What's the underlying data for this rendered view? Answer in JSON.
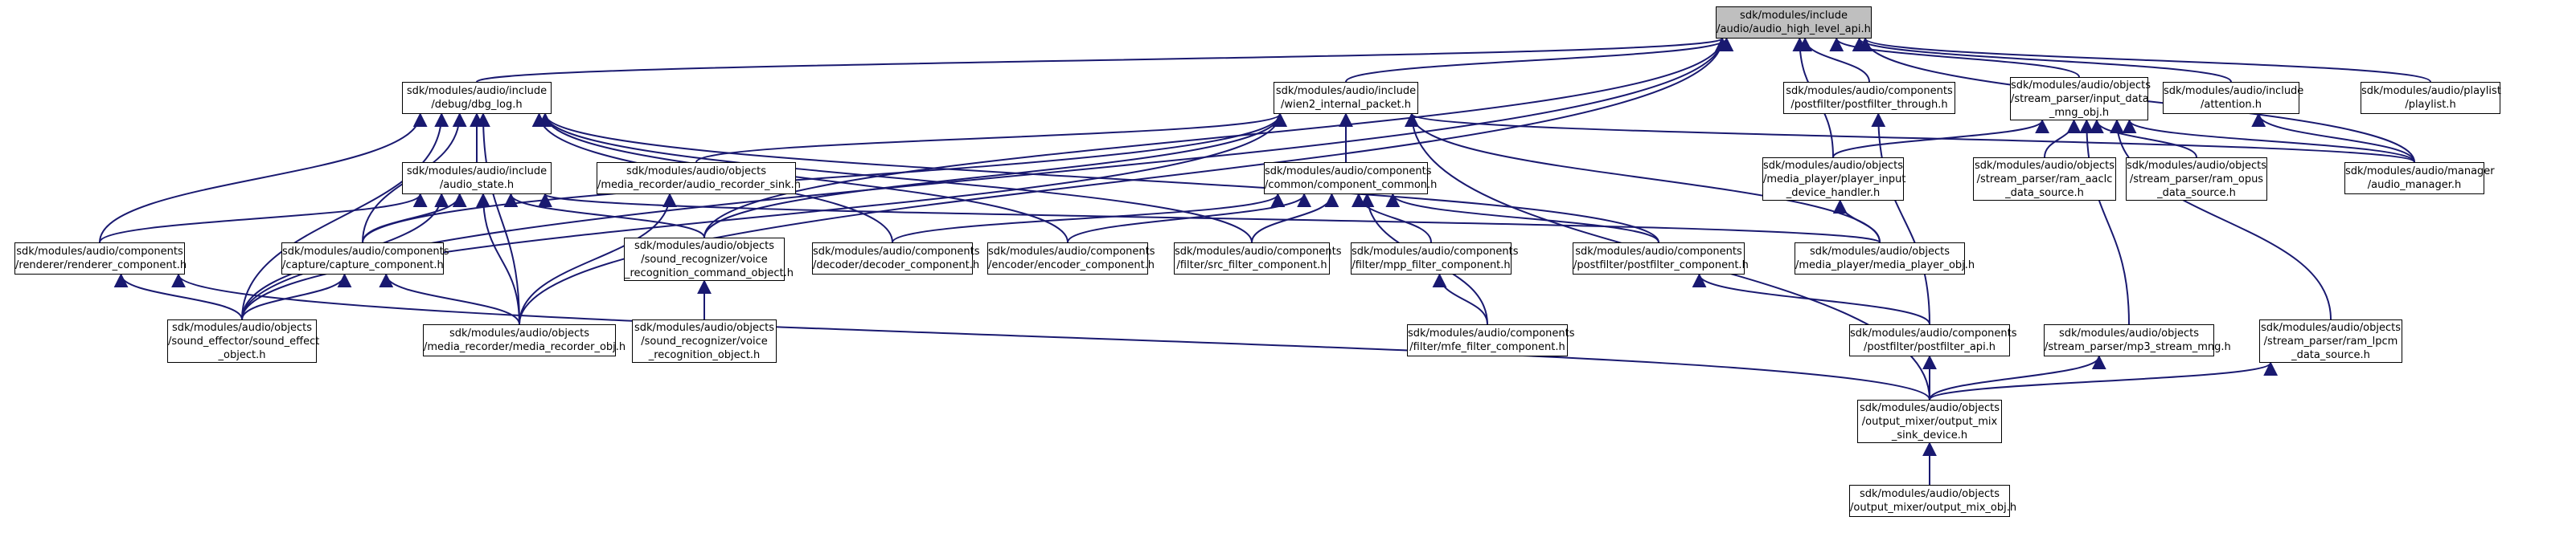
{
  "nodes": [
    {
      "id": "audio_high_level_api",
      "lines": [
        "sdk/modules/include",
        "/audio/audio_high_level_api.h"
      ],
      "root": true
    },
    {
      "id": "dbg_log",
      "lines": [
        "sdk/modules/audio/include",
        "/debug/dbg_log.h"
      ]
    },
    {
      "id": "wien2_internal_packet",
      "lines": [
        "sdk/modules/audio/include",
        "/wien2_internal_packet.h"
      ]
    },
    {
      "id": "postfilter_through",
      "lines": [
        "sdk/modules/audio/components",
        "/postfilter/postfilter_through.h"
      ]
    },
    {
      "id": "input_data_mng_obj",
      "lines": [
        "sdk/modules/audio/objects",
        "/stream_parser/input_data",
        "_mng_obj.h"
      ]
    },
    {
      "id": "attention",
      "lines": [
        "sdk/modules/audio/include",
        "/attention.h"
      ]
    },
    {
      "id": "playlist",
      "lines": [
        "sdk/modules/audio/playlist",
        "/playlist.h"
      ]
    },
    {
      "id": "audio_state",
      "lines": [
        "sdk/modules/audio/include",
        "/audio_state.h"
      ]
    },
    {
      "id": "audio_recorder_sink",
      "lines": [
        "sdk/modules/audio/objects",
        "/media_recorder/audio_recorder_sink.h"
      ]
    },
    {
      "id": "component_common",
      "lines": [
        "sdk/modules/audio/components",
        "/common/component_common.h"
      ]
    },
    {
      "id": "player_input_device_handler",
      "lines": [
        "sdk/modules/audio/objects",
        "/media_player/player_input",
        "_device_handler.h"
      ]
    },
    {
      "id": "ram_aacls_data_source",
      "lines": [
        "sdk/modules/audio/objects",
        "/stream_parser/ram_aaclc",
        "_data_source.h"
      ]
    },
    {
      "id": "ram_opus_data_source",
      "lines": [
        "sdk/modules/audio/objects",
        "/stream_parser/ram_opus",
        "_data_source.h"
      ]
    },
    {
      "id": "audio_manager",
      "lines": [
        "sdk/modules/audio/manager",
        "/audio_manager.h"
      ]
    },
    {
      "id": "renderer_component",
      "lines": [
        "sdk/modules/audio/components",
        "/renderer/renderer_component.h"
      ]
    },
    {
      "id": "capture_component",
      "lines": [
        "sdk/modules/audio/components",
        "/capture/capture_component.h"
      ]
    },
    {
      "id": "voice_recognition_command_object",
      "lines": [
        "sdk/modules/audio/objects",
        "/sound_recognizer/voice",
        "_recognition_command_object.h"
      ]
    },
    {
      "id": "decoder_component",
      "lines": [
        "sdk/modules/audio/components",
        "/decoder/decoder_component.h"
      ]
    },
    {
      "id": "encoder_component",
      "lines": [
        "sdk/modules/audio/components",
        "/encoder/encoder_component.h"
      ]
    },
    {
      "id": "src_filter_component",
      "lines": [
        "sdk/modules/audio/components",
        "/filter/src_filter_component.h"
      ]
    },
    {
      "id": "mpp_filter_component",
      "lines": [
        "sdk/modules/audio/components",
        "/filter/mpp_filter_component.h"
      ]
    },
    {
      "id": "postfilter_component",
      "lines": [
        "sdk/modules/audio/components",
        "/postfilter/postfilter_component.h"
      ]
    },
    {
      "id": "media_player_obj",
      "lines": [
        "sdk/modules/audio/objects",
        "/media_player/media_player_obj.h"
      ]
    },
    {
      "id": "sound_effect_object",
      "lines": [
        "sdk/modules/audio/objects",
        "/sound_effector/sound_effect",
        "_object.h"
      ]
    },
    {
      "id": "media_recorder_obj",
      "lines": [
        "sdk/modules/audio/objects",
        "/media_recorder/media_recorder_obj.h"
      ]
    },
    {
      "id": "voice_recognition_object",
      "lines": [
        "sdk/modules/audio/objects",
        "/sound_recognizer/voice",
        "_recognition_object.h"
      ]
    },
    {
      "id": "mfe_filter_component",
      "lines": [
        "sdk/modules/audio/components",
        "/filter/mfe_filter_component.h"
      ]
    },
    {
      "id": "postfilter_api",
      "lines": [
        "sdk/modules/audio/components",
        "/postfilter/postfilter_api.h"
      ]
    },
    {
      "id": "mp3_stream_mng",
      "lines": [
        "sdk/modules/audio/objects",
        "/stream_parser/mp3_stream_mng.h"
      ]
    },
    {
      "id": "ram_lpcm_data_source",
      "lines": [
        "sdk/modules/audio/objects",
        "/stream_parser/ram_lpcm",
        "_data_source.h"
      ]
    },
    {
      "id": "output_mix_sink_device",
      "lines": [
        "sdk/modules/audio/objects",
        "/output_mixer/output_mix",
        "_sink_device.h"
      ]
    },
    {
      "id": "output_mix_obj",
      "lines": [
        "sdk/modules/audio/objects",
        "/output_mixer/output_mix_obj.h"
      ]
    }
  ],
  "edges": [
    [
      "dbg_log",
      "audio_high_level_api"
    ],
    [
      "wien2_internal_packet",
      "audio_high_level_api"
    ],
    [
      "postfilter_through",
      "audio_high_level_api"
    ],
    [
      "input_data_mng_obj",
      "audio_high_level_api"
    ],
    [
      "attention",
      "audio_high_level_api"
    ],
    [
      "playlist",
      "audio_high_level_api"
    ],
    [
      "player_input_device_handler",
      "audio_high_level_api"
    ],
    [
      "audio_manager",
      "audio_high_level_api"
    ],
    [
      "sound_effect_object",
      "audio_high_level_api"
    ],
    [
      "media_recorder_obj",
      "audio_high_level_api"
    ],
    [
      "voice_recognition_command_object",
      "audio_high_level_api"
    ],
    [
      "audio_state",
      "dbg_log"
    ],
    [
      "renderer_component",
      "dbg_log"
    ],
    [
      "capture_component",
      "dbg_log"
    ],
    [
      "decoder_component",
      "dbg_log"
    ],
    [
      "encoder_component",
      "dbg_log"
    ],
    [
      "src_filter_component",
      "dbg_log"
    ],
    [
      "postfilter_component",
      "dbg_log"
    ],
    [
      "sound_effect_object",
      "dbg_log"
    ],
    [
      "media_recorder_obj",
      "dbg_log"
    ],
    [
      "component_common",
      "wien2_internal_packet"
    ],
    [
      "audio_recorder_sink",
      "wien2_internal_packet"
    ],
    [
      "capture_component",
      "wien2_internal_packet"
    ],
    [
      "voice_recognition_command_object",
      "wien2_internal_packet"
    ],
    [
      "media_player_obj",
      "wien2_internal_packet"
    ],
    [
      "sound_effect_object",
      "wien2_internal_packet"
    ],
    [
      "output_mix_sink_device",
      "wien2_internal_packet"
    ],
    [
      "audio_manager",
      "wien2_internal_packet"
    ],
    [
      "renderer_component",
      "audio_state"
    ],
    [
      "capture_component",
      "audio_state"
    ],
    [
      "voice_recognition_command_object",
      "audio_state"
    ],
    [
      "media_player_obj",
      "audio_state"
    ],
    [
      "sound_effect_object",
      "audio_state"
    ],
    [
      "media_recorder_obj",
      "audio_state"
    ],
    [
      "media_recorder_obj",
      "audio_recorder_sink"
    ],
    [
      "decoder_component",
      "component_common"
    ],
    [
      "encoder_component",
      "component_common"
    ],
    [
      "src_filter_component",
      "component_common"
    ],
    [
      "mpp_filter_component",
      "component_common"
    ],
    [
      "postfilter_component",
      "component_common"
    ],
    [
      "mfe_filter_component",
      "component_common"
    ],
    [
      "media_player_obj",
      "player_input_device_handler"
    ],
    [
      "player_input_device_handler",
      "input_data_mng_obj"
    ],
    [
      "ram_aacls_data_source",
      "input_data_mng_obj"
    ],
    [
      "ram_opus_data_source",
      "input_data_mng_obj"
    ],
    [
      "mp3_stream_mng",
      "input_data_mng_obj"
    ],
    [
      "ram_lpcm_data_source",
      "input_data_mng_obj"
    ],
    [
      "audio_manager",
      "input_data_mng_obj"
    ],
    [
      "audio_manager",
      "attention"
    ],
    [
      "sound_effect_object",
      "renderer_component"
    ],
    [
      "output_mix_sink_device",
      "renderer_component"
    ],
    [
      "sound_effect_object",
      "capture_component"
    ],
    [
      "media_recorder_obj",
      "capture_component"
    ],
    [
      "voice_recognition_object",
      "voice_recognition_command_object"
    ],
    [
      "mfe_filter_component",
      "mpp_filter_component"
    ],
    [
      "postfilter_api",
      "postfilter_component"
    ],
    [
      "postfilter_api",
      "postfilter_through"
    ],
    [
      "output_mix_sink_device",
      "postfilter_api"
    ],
    [
      "output_mix_sink_device",
      "mp3_stream_mng"
    ],
    [
      "output_mix_sink_device",
      "ram_lpcm_data_source"
    ],
    [
      "output_mix_obj",
      "output_mix_sink_device"
    ]
  ]
}
